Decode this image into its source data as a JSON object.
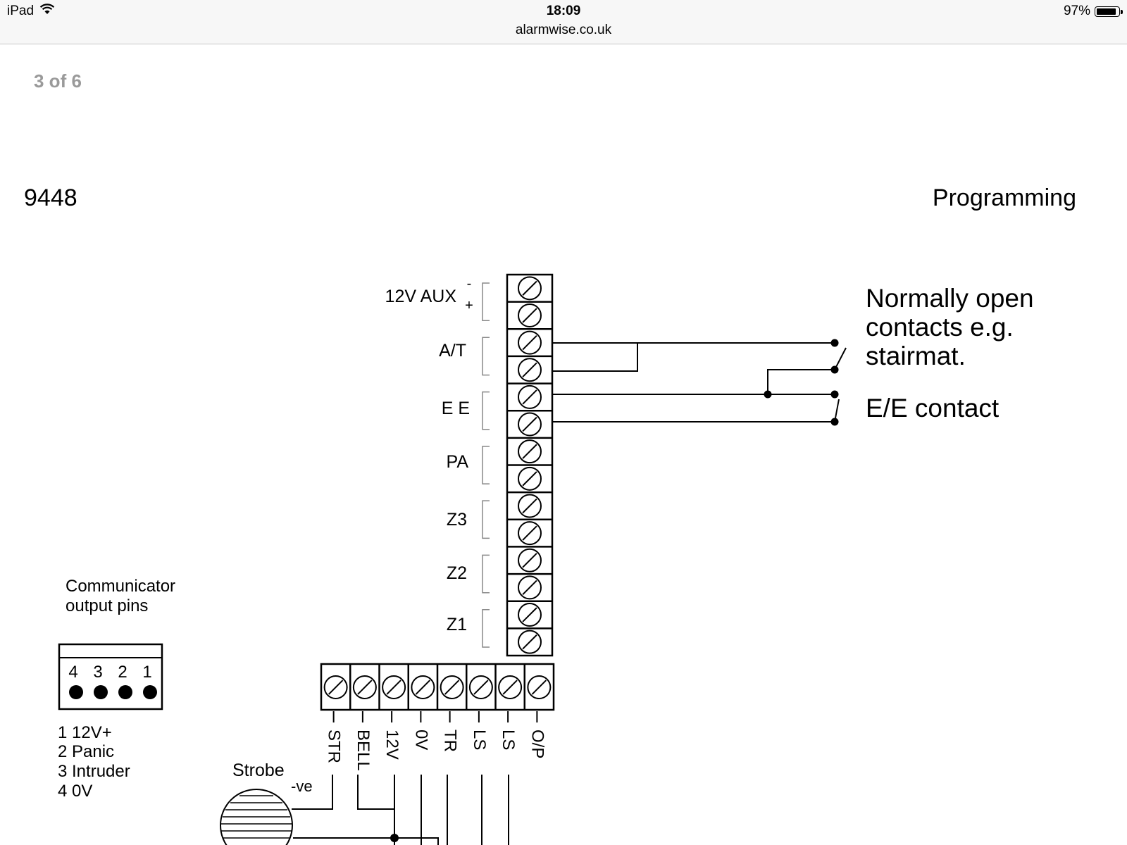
{
  "status_bar": {
    "device": "iPad",
    "time": "18:09",
    "url": "alarmwise.co.uk",
    "battery": "97%",
    "battery_level": 0.97,
    "icons": [
      "wifi-icon",
      "battery-icon"
    ]
  },
  "viewer": {
    "page_indicator": "3 of 6"
  },
  "document": {
    "model": "9448",
    "section": "Programming",
    "diagram": {
      "terminal_groups": [
        {
          "label": "12V AUX",
          "minus": "-",
          "plus": "+"
        },
        {
          "label": "A/T"
        },
        {
          "label": "E E"
        },
        {
          "label": "PA"
        },
        {
          "label": "Z3"
        },
        {
          "label": "Z2"
        },
        {
          "label": "Z1"
        }
      ],
      "bottom_terminals": [
        "STR",
        "BELL",
        "12V",
        "0V",
        "TR",
        "LS",
        "LS",
        "O/P"
      ],
      "note_normally_open": [
        "Normally open",
        "contacts e.g.",
        "stairmat."
      ],
      "note_ee_contact": "E/E contact",
      "communicator": {
        "title_line1": "Communicator",
        "title_line2": "output pins",
        "pin_numbers": [
          "4",
          "3",
          "2",
          "1"
        ],
        "legend": [
          "1  12V+",
          "2  Panic",
          "3  Intruder",
          "4  0V"
        ]
      },
      "strobe": {
        "label": "Strobe",
        "terminal": "-ve"
      }
    }
  }
}
